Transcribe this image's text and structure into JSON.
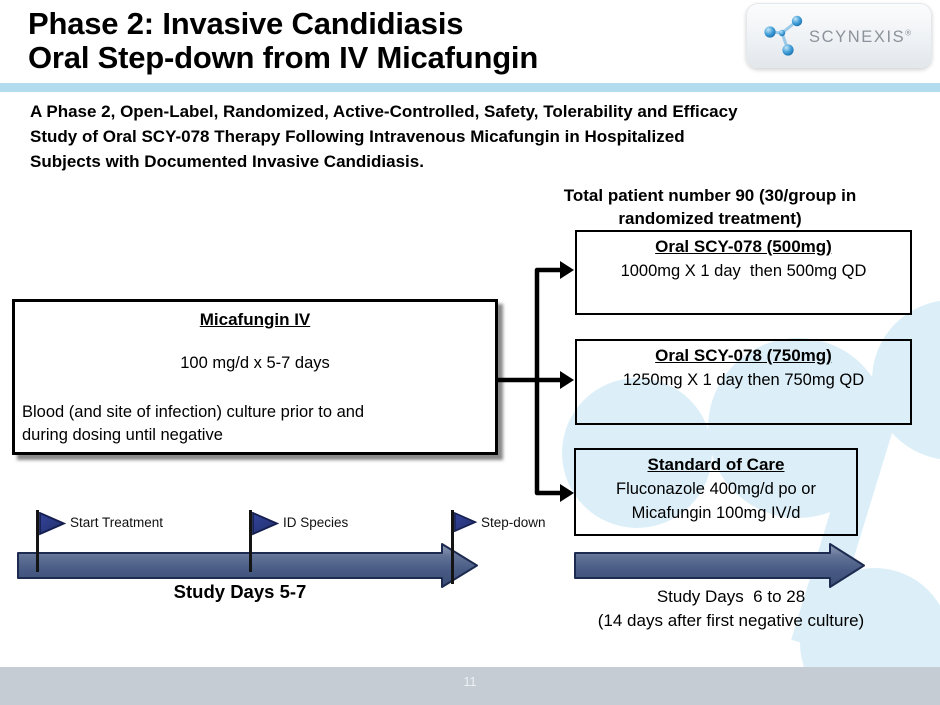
{
  "slide": {
    "title": "Phase 2: Invasive Candidiasis\nOral Step-down from IV Micafungin",
    "page_number": "11"
  },
  "logo": {
    "brand": "SCYNEXIS",
    "registered": "®"
  },
  "intro": "A Phase 2, Open-Label, Randomized, Active-Controlled, Safety, Tolerability and Efficacy\nStudy of Oral SCY-078 Therapy Following Intravenous Micafungin in Hospitalized\nSubjects with Documented Invasive Candidiasis.",
  "total_label": "Total patient number 90 (30/group in\nrandomized treatment)",
  "micafungin_box": {
    "title": "Micafungin IV",
    "dose": "100 mg/d x 5-7 days",
    "note": "Blood (and site of infection) culture prior to and\nduring dosing until negative"
  },
  "arms": [
    {
      "title": "Oral SCY-078 (500mg)",
      "body": "1000mg X 1 day  then 500mg QD"
    },
    {
      "title": "Oral SCY-078 (750mg)",
      "body": "1250mg X 1 day then 750mg QD"
    },
    {
      "title": "Standard of Care",
      "body": "Fluconazole 400mg/d po or\nMicafungin 100mg IV/d"
    }
  ],
  "timeline": {
    "flags": [
      {
        "label": "Start Treatment"
      },
      {
        "label": "ID Species"
      },
      {
        "label": "Step-down"
      }
    ],
    "left_caption": "Study Days 5-7",
    "right_caption": "Study Days  6 to 28\n(14 days after first negative culture)"
  },
  "colors": {
    "divider_blue": "#b3dcef",
    "timeline_arrow_fill": "#4c5e86",
    "timeline_arrow_border": "#1d2b50",
    "flag_navy": "#2e3e8d",
    "connector_black": "#000000",
    "footer_gray": "#c5ccd4",
    "background_blob_blue": "#dceff8",
    "logo_text_gray": "#8b9299",
    "logo_sphere_blue": "#2e8fd0"
  }
}
